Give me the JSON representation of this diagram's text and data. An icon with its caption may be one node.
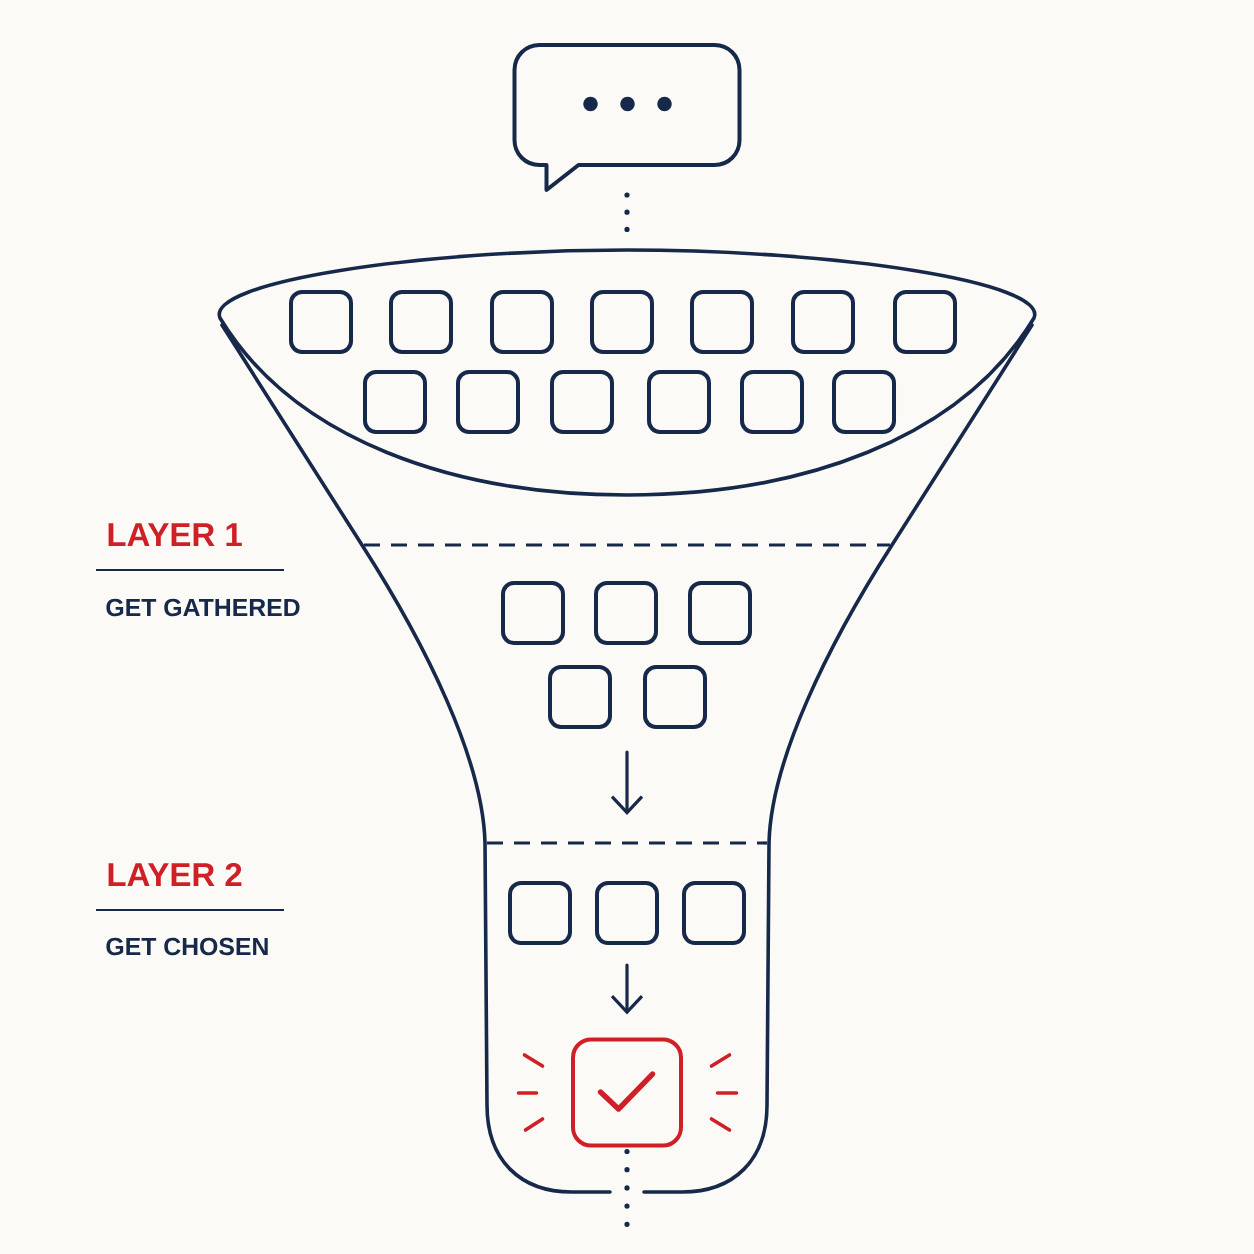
{
  "diagram": {
    "nodes": [
      {
        "text": [],
        "shape": "bubble"
      },
      {
        "text": [],
        "shape": "funnel"
      },
      {
        "text": [],
        "shape": "box",
        "in": 1
      },
      {
        "text": [],
        "shape": "box",
        "in": 1
      },
      {
        "text": [],
        "shape": "box",
        "in": 1
      },
      {
        "text": [],
        "shape": "box",
        "in": 1
      },
      {
        "text": [],
        "shape": "box",
        "in": 1
      },
      {
        "text": [],
        "shape": "box",
        "in": 1
      },
      {
        "text": [],
        "shape": "box",
        "in": 1
      },
      {
        "text": [],
        "shape": "box",
        "in": 1
      },
      {
        "text": [],
        "shape": "box",
        "in": 1
      },
      {
        "text": [],
        "shape": "box",
        "in": 1
      },
      {
        "text": [],
        "shape": "box",
        "in": 1
      },
      {
        "text": [],
        "shape": "box",
        "in": 1
      },
      {
        "text": [],
        "shape": "box",
        "in": 1
      },
      {
        "text": [],
        "shape": "box",
        "in": 1
      },
      {
        "text": [],
        "shape": "box",
        "in": 1
      },
      {
        "text": [],
        "shape": "box",
        "in": 1
      },
      {
        "text": [],
        "shape": "box",
        "in": 1
      },
      {
        "text": [],
        "shape": "box",
        "in": 1
      },
      {
        "text": [],
        "shape": "box",
        "in": 1
      },
      {
        "text": [],
        "shape": "box",
        "in": 1
      },
      {
        "text": [],
        "shape": "box",
        "in": 1
      },
      {
        "text": [],
        "shape": "checkbox",
        "in": 1
      }
    ],
    "edges": [
      {
        "from": 0,
        "to": 1,
        "arrow": "none",
        "style": "dashed"
      },
      {
        "from": 21,
        "to": 23,
        "arrow": "to"
      },
      {
        "from": 23,
        "to": null,
        "arrow": "none",
        "style": "dashed"
      }
    ],
    "labels": [
      "LAYER 1",
      "GET GATHERED",
      "LAYER 2",
      "GET CHOSEN"
    ]
  }
}
